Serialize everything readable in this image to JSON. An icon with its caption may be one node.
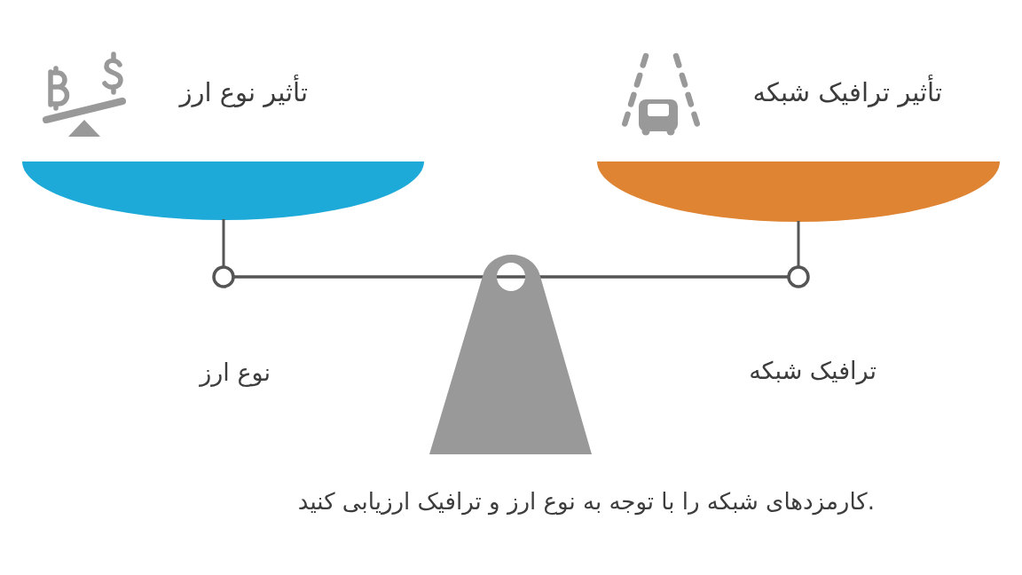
{
  "diagram": {
    "caption": "کارمزدهای شبکه را با توجه به نوع ارز و ترافیک ارزیابی کنید.",
    "labels": [
      "تأثیر ترافیک شبکه",
      "تأثیر نوع ارز",
      "ترافیک شبکه",
      "نوع ارز"
    ]
  }
}
